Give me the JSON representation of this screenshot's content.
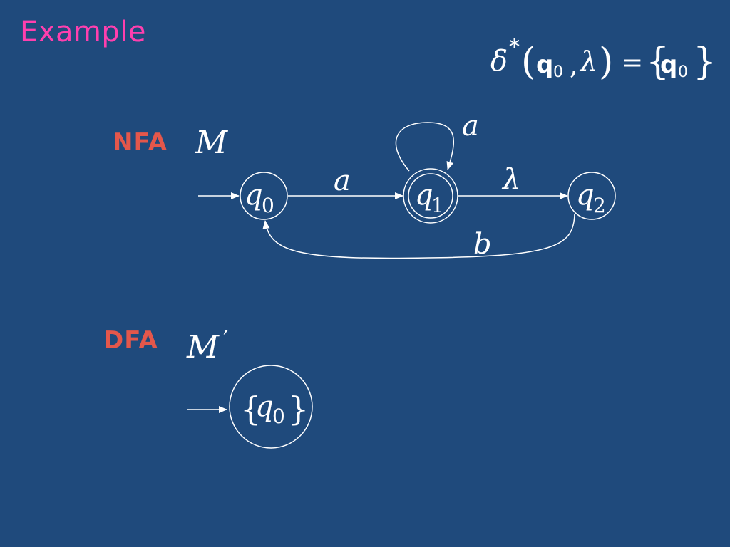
{
  "slide": {
    "title": "Example",
    "nfa_label": "NFA",
    "dfa_label": "DFA"
  },
  "formula": {
    "delta": "δ",
    "star": "*",
    "open_paren": "(",
    "arg_state": "q",
    "arg_state_sub": "0",
    "comma": ",",
    "lambda": "λ",
    "close_paren": ")",
    "equals": "=",
    "open_brace": "{",
    "result_state": "q",
    "result_state_sub": "0",
    "close_brace": "}"
  },
  "nfa": {
    "machine_name": "M",
    "states": [
      {
        "name": "q",
        "sub": "0",
        "accepting": false,
        "initial": true
      },
      {
        "name": "q",
        "sub": "1",
        "accepting": true,
        "initial": false
      },
      {
        "name": "q",
        "sub": "2",
        "accepting": false,
        "initial": false
      }
    ],
    "transitions": [
      {
        "from": "q0",
        "to": "q1",
        "symbol": "a"
      },
      {
        "from": "q1",
        "to": "q1",
        "symbol": "a"
      },
      {
        "from": "q1",
        "to": "q2",
        "symbol": "λ"
      },
      {
        "from": "q2",
        "to": "q0",
        "symbol": "b"
      }
    ]
  },
  "dfa": {
    "machine_name": "M",
    "machine_prime": "′",
    "states": [
      {
        "open": "{",
        "name": "q",
        "sub": "0",
        "close": "}",
        "initial": true
      }
    ]
  },
  "colors": {
    "background": "#1f4a7c",
    "title": "#ff3fae",
    "machine_type_label": "#e4574b",
    "diagram_lines": "#ffffff"
  }
}
